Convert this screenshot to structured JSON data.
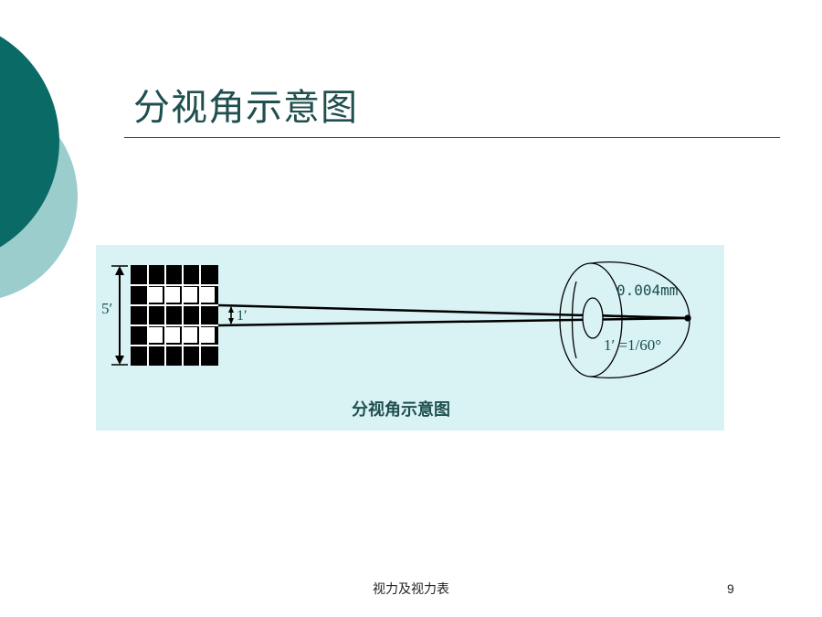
{
  "slide": {
    "title": "分视角示意图",
    "footer": "视力及视力表",
    "page_number": "9"
  },
  "figure": {
    "caption": "分视角示意图",
    "label_5min": "5′",
    "label_1min": "1′",
    "label_size": "0.004mm",
    "label_relation": "1′ =1/60°"
  },
  "colors": {
    "dark_teal": "#0a6a66",
    "light_teal": "#9ccdcd",
    "figure_bg": "#d9f2f4",
    "label": "#1a4e4e"
  }
}
